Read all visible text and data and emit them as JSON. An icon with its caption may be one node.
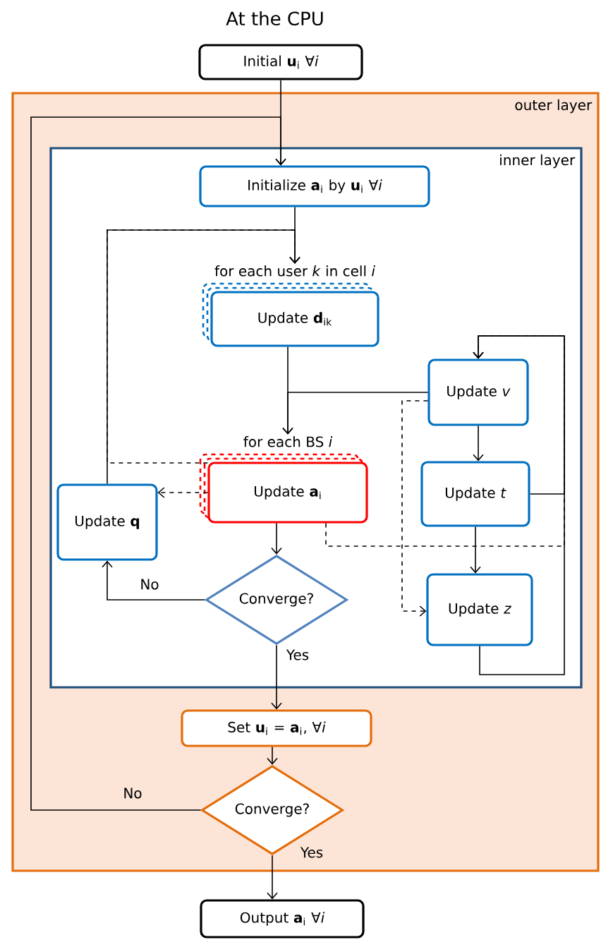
{
  "diagram": {
    "title": "At the CPU",
    "nodes": [
      {
        "text": [
          "Initial **u**$_{i}$ ∀*i*"
        ]
      },
      {
        "text": [
          "outer layer"
        ]
      },
      {
        "text": [
          "inner layer"
        ],
        "in": 1
      },
      {
        "text": [
          "Initialize **a**$_{i}$ by **u**$_{i}$ ∀*i*"
        ],
        "in": 2
      },
      {
        "text": [
          "for each user *k* in cell *i*",
          "Update **d**$_{ik}$"
        ],
        "in": 2
      },
      {
        "text": [
          "Update *v*"
        ],
        "in": 2
      },
      {
        "text": [
          "for each BS *i*",
          "Update **a**$_{i}$"
        ],
        "in": 2
      },
      {
        "text": [
          "Update **q**"
        ],
        "in": 2
      },
      {
        "text": [
          "Update *t*"
        ],
        "in": 2
      },
      {
        "text": [
          "Converge?"
        ],
        "in": 2
      },
      {
        "text": [
          "Update *z*"
        ],
        "in": 2
      },
      {
        "text": [
          "Set **u**$_{i}$ = **a**$_{i}$, ∀*i*"
        ],
        "in": 1
      },
      {
        "text": [
          "Converge?"
        ],
        "in": 1
      },
      {
        "text": [
          "Output **a**$_{i}$ ∀*i*"
        ]
      }
    ],
    "edges": [
      {
        "from": 0,
        "to": 3,
        "arrow": "to"
      },
      {
        "from": 12,
        "to": 3,
        "arrow": "to",
        "label": "No"
      },
      {
        "from": 3,
        "to": 4,
        "arrow": "to"
      },
      {
        "from": 7,
        "to": 4,
        "arrow": "to"
      },
      {
        "from": 4,
        "to": 6,
        "arrow": "to"
      },
      {
        "from": 5,
        "to": 6,
        "arrow": "to"
      },
      {
        "from": 6,
        "to": 7,
        "arrow": "to",
        "style": "dashed"
      },
      {
        "from": 6,
        "to": 4,
        "arrow": "to",
        "style": "dashed"
      },
      {
        "from": 6,
        "to": 9,
        "arrow": "to"
      },
      {
        "from": 9,
        "to": 7,
        "arrow": "to",
        "label": "No"
      },
      {
        "from": 9,
        "to": 11,
        "arrow": "to",
        "label": "Yes"
      },
      {
        "from": 11,
        "to": 12,
        "arrow": "to"
      },
      {
        "from": 12,
        "to": 13,
        "arrow": "to",
        "label": "Yes"
      },
      {
        "from": 5,
        "to": 8,
        "arrow": "to"
      },
      {
        "from": 8,
        "to": 10,
        "arrow": "to"
      },
      {
        "from": 10,
        "to": 5,
        "arrow": "to"
      },
      {
        "from": 8,
        "to": 5,
        "arrow": "to"
      },
      {
        "from": 6,
        "to": 5,
        "arrow": "to",
        "style": "dashed"
      },
      {
        "from": 5,
        "to": 10,
        "arrow": "to",
        "style": "dashed"
      }
    ]
  }
}
